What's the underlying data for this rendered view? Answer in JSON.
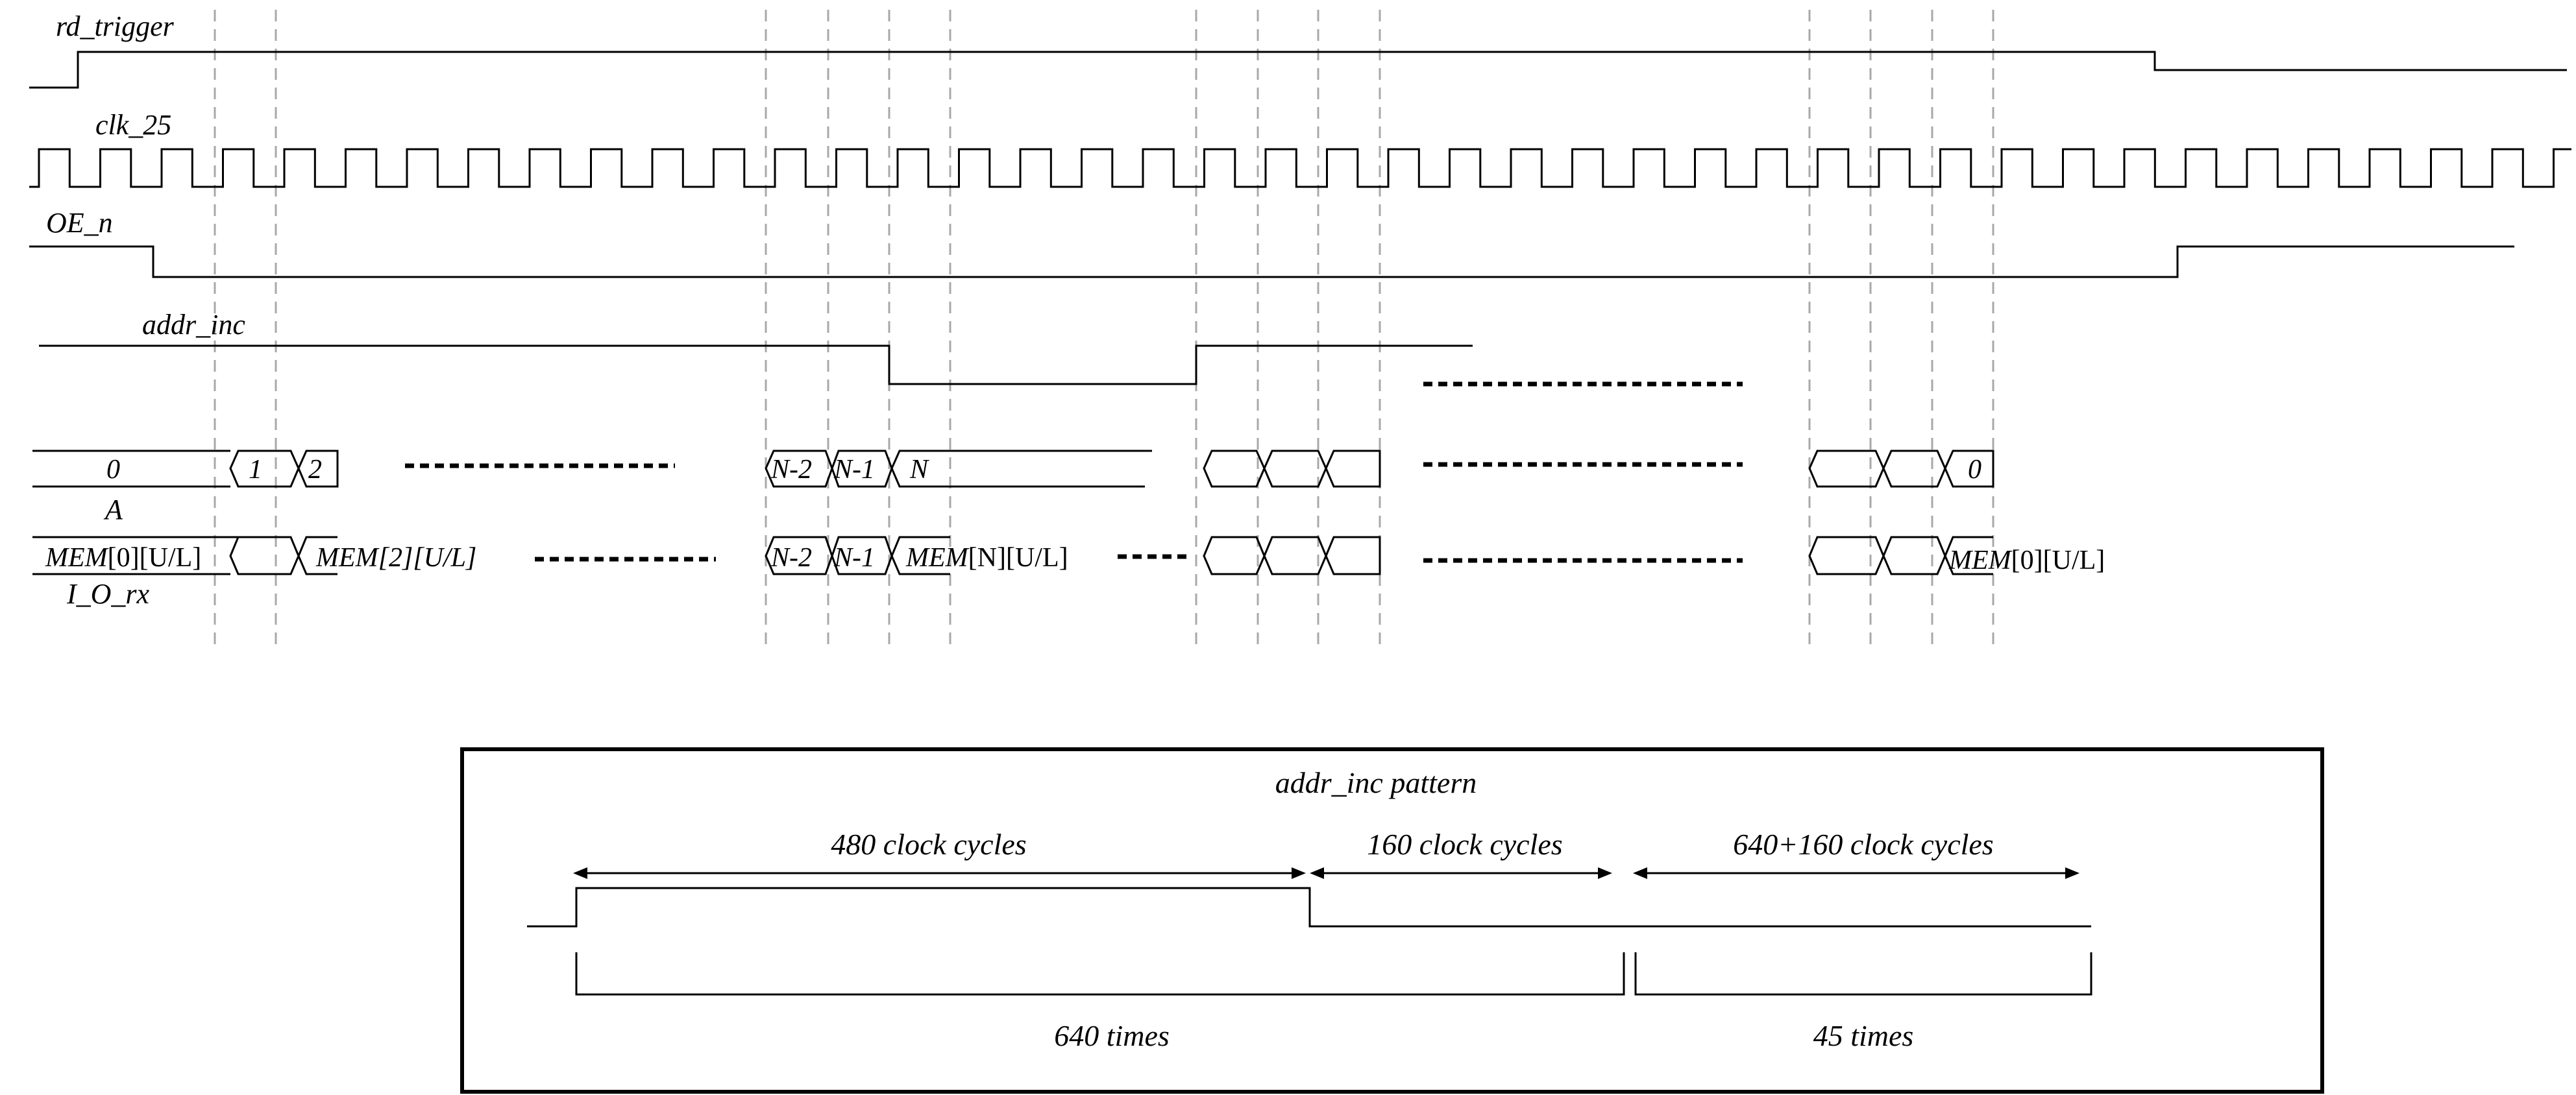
{
  "signals": {
    "rd_trigger": "rd_trigger",
    "clk_25": "clk_25",
    "oe_n": "OE_n",
    "addr_inc": "addr_inc",
    "a": "A",
    "io_rx": "I_O_rx"
  },
  "addr_bus": {
    "v0": "0",
    "v1": "1",
    "v2": "2",
    "vn2": "N-2",
    "vn1": "N-1",
    "vn": "N",
    "vend": "0"
  },
  "data_bus": {
    "mem0_prefix": "MEM",
    "mem0_index": "[0]",
    "mem0_suffix": "[U/L]",
    "mem2": "MEM[2][U/L]",
    "vn2": "N-2",
    "vn1": "N-1",
    "memn_prefix": "MEM",
    "memn_index": "[N]",
    "memn_suffix": "[U/L]",
    "memend_prefix": "MEM",
    "memend_index": "[0]",
    "memend_suffix": "[U/L]"
  },
  "pattern_box": {
    "title": "addr_inc pattern",
    "span1": "480 clock cycles",
    "span2": "160 clock cycles",
    "span3": "640+160 clock cycles",
    "brace1": "640 times",
    "brace2": "45 times"
  },
  "colors": {
    "line": "#000000",
    "guide": "#a8a8a8",
    "background": "#ffffff"
  }
}
